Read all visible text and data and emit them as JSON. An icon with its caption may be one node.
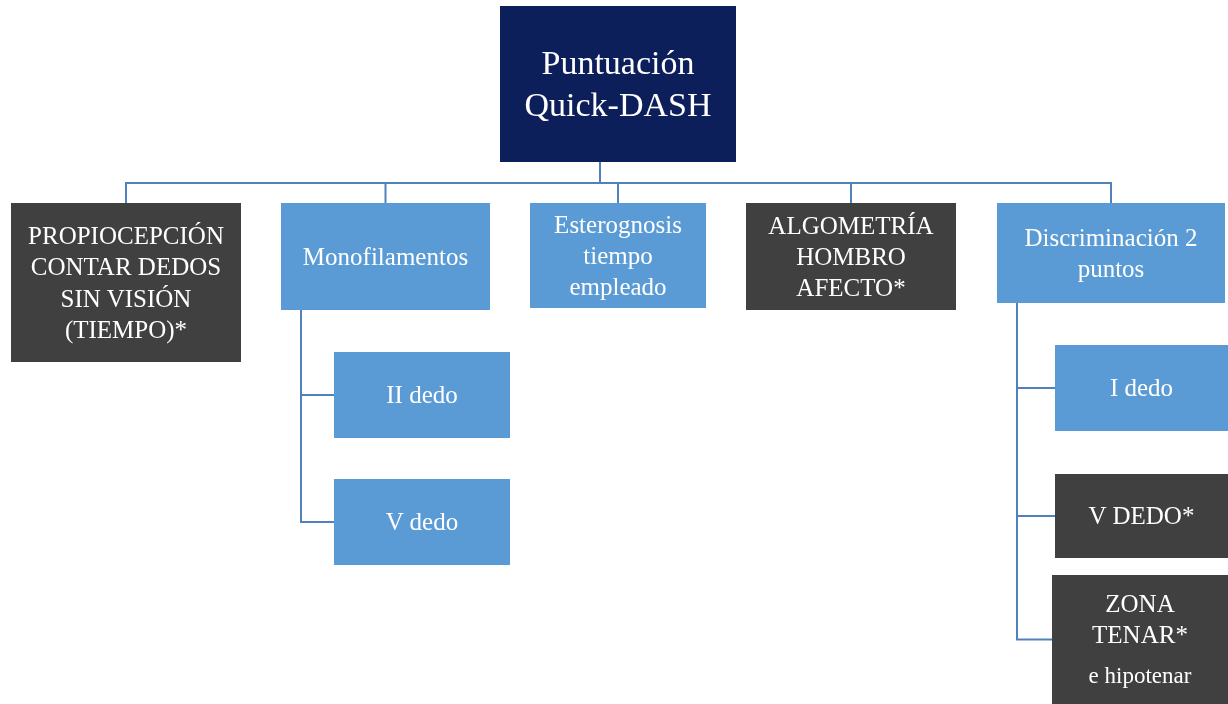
{
  "diagram": {
    "nodes": [
      {
        "text": [
          "Puntuación Quick-DASH"
        ]
      },
      {
        "text": [
          "PROPIOCEPCIÓN CONTAR DEDOS SIN VISIÓN (TIEMPO)*"
        ]
      },
      {
        "text": [
          "Monofilamentos"
        ]
      },
      {
        "text": [
          "II dedo"
        ]
      },
      {
        "text": [
          "V dedo"
        ]
      },
      {
        "text": [
          "Esterognosis tiempo empleado"
        ]
      },
      {
        "text": [
          "ALGOMETRÍA HOMBRO AFECTO*"
        ]
      },
      {
        "text": [
          "Discriminación 2 puntos"
        ]
      },
      {
        "text": [
          "I dedo"
        ]
      },
      {
        "text": [
          "V DEDO*"
        ]
      },
      {
        "text": [
          "ZONA TENAR*",
          "e hipotenar"
        ]
      }
    ],
    "edges": [
      {
        "from": 0,
        "to": 1,
        "arrow": "none"
      },
      {
        "from": 0,
        "to": 2,
        "arrow": "none"
      },
      {
        "from": 0,
        "to": 5,
        "arrow": "none"
      },
      {
        "from": 0,
        "to": 6,
        "arrow": "none"
      },
      {
        "from": 0,
        "to": 7,
        "arrow": "none"
      },
      {
        "from": 2,
        "to": 3,
        "arrow": "none"
      },
      {
        "from": 2,
        "to": 4,
        "arrow": "none"
      },
      {
        "from": 7,
        "to": 8,
        "arrow": "none"
      },
      {
        "from": 7,
        "to": 9,
        "arrow": "none"
      },
      {
        "from": 7,
        "to": 10,
        "arrow": "none"
      }
    ]
  }
}
